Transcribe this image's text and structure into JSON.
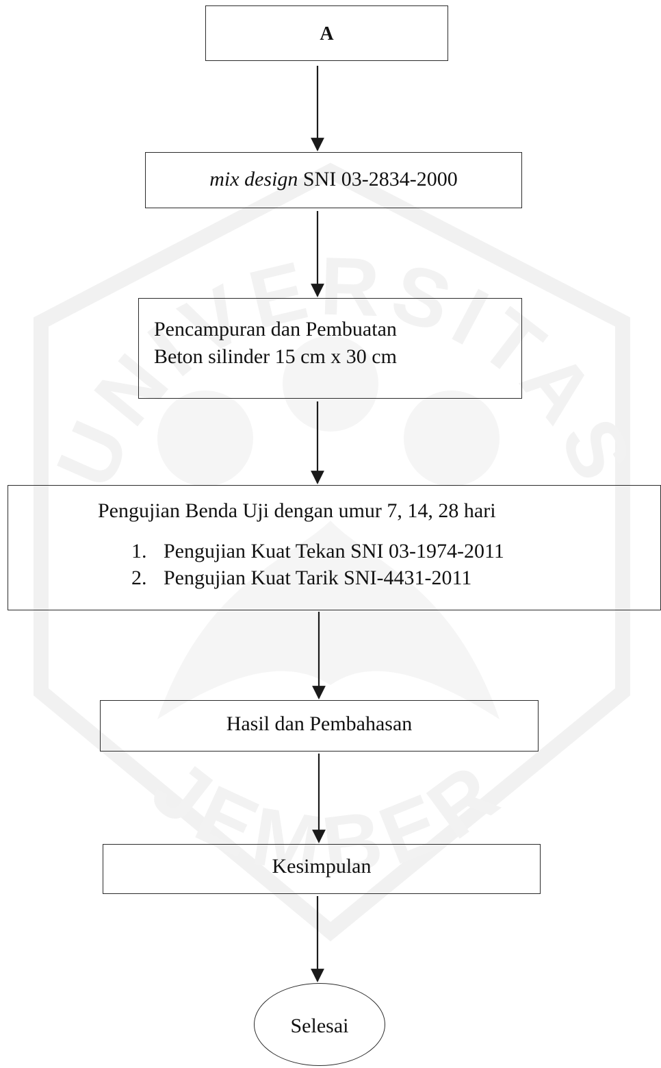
{
  "flowchart": {
    "node_a": {
      "label": "A"
    },
    "mix_design": {
      "label_italic": "mix design",
      "label_rest": " SNI 03-2834-2000"
    },
    "pencampuran": {
      "line1": "Pencampuran dan Pembuatan",
      "line2": "Beton silinder 15 cm x 30 cm"
    },
    "pengujian": {
      "title": "Pengujian Benda Uji dengan umur 7, 14, 28 hari",
      "items": [
        {
          "num": "1.",
          "text": "Pengujian Kuat Tekan SNI 03-1974-2011"
        },
        {
          "num": "2.",
          "text": "Pengujian Kuat Tarik SNI-4431-2011"
        }
      ]
    },
    "hasil": {
      "label": "Hasil dan Pembahasan"
    },
    "kesimpulan": {
      "label": "Kesimpulan"
    },
    "selesai": {
      "label": "Selesai"
    }
  },
  "watermark": {
    "arc_text": "UNIVERSITAS",
    "bottom_text": "JEMBER",
    "color": "#f3f3f3"
  },
  "colors": {
    "stroke": "#2a2a2a",
    "text": "#111111"
  }
}
